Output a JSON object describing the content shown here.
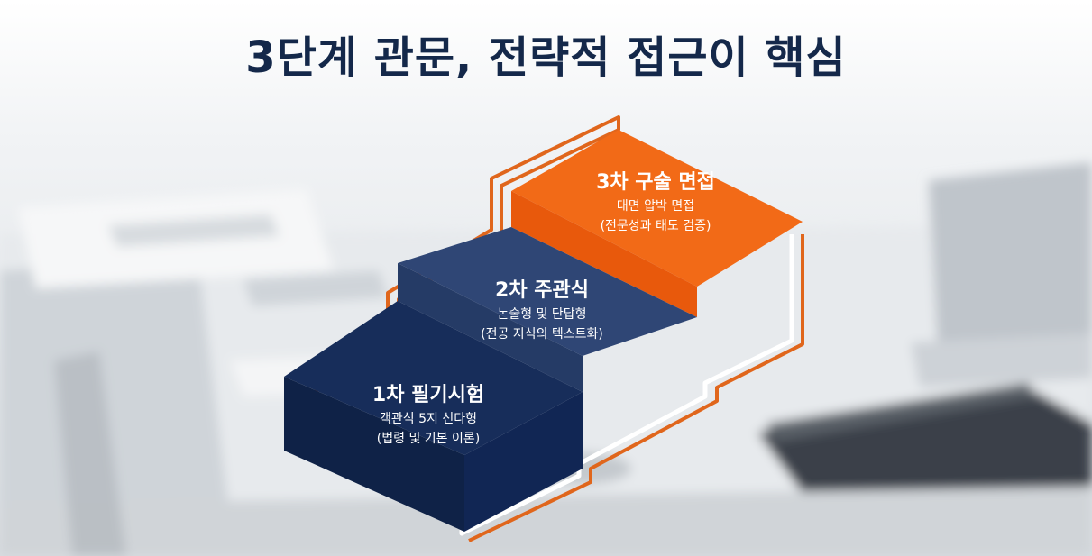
{
  "title": "3단계 관문, 전략적 접근이 핵심",
  "steps": [
    {
      "title": "1차 필기시험",
      "line1": "객관식 5지 선다형",
      "line2": "(법령 및 기본 이론)",
      "color": "#172d5a"
    },
    {
      "title": "2차 주관식",
      "line1": "논술형 및 단답형",
      "line2": "(전공 지식의 텍스트화)",
      "color": "#2f4675"
    },
    {
      "title": "3차 구술 면접",
      "line1": "대면 압박 면접",
      "line2": "(전문성과 태도 검증)",
      "color": "#f26a17"
    }
  ],
  "colors": {
    "title": "#14284a",
    "outline": "#e0661c",
    "background": "#eceff2"
  }
}
